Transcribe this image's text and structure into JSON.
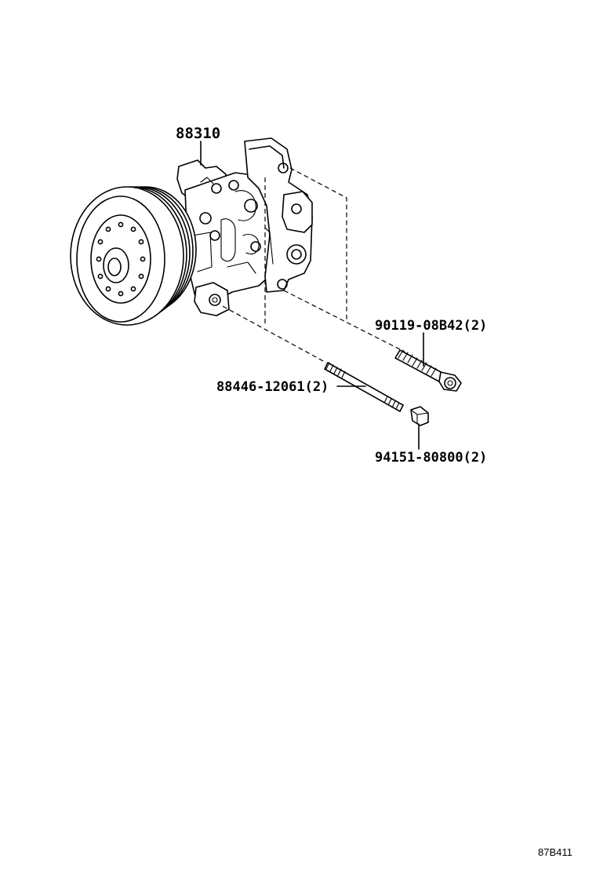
{
  "diagram": {
    "parts": [
      {
        "id": "compressor",
        "part_number": "88310"
      },
      {
        "id": "bolt",
        "part_number": "90119-08B42(2)"
      },
      {
        "id": "stud",
        "part_number": "88446-12061(2)"
      },
      {
        "id": "nut",
        "part_number": "94151-80800(2)"
      }
    ],
    "reference_code": "87B411"
  }
}
